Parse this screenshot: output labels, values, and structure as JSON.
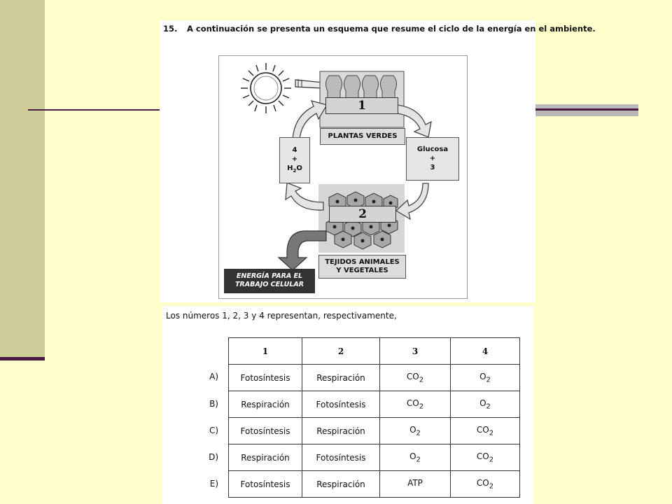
{
  "question": {
    "number": "15.",
    "text": "A continuación se presenta un esquema que resume el ciclo de la energía en el ambiente."
  },
  "diagram": {
    "tag_1": "1",
    "tag_2": "2",
    "plants_label": "PLANTAS VERDES",
    "glucose": {
      "line1": "Glucosa",
      "line2": "+",
      "line3": "3"
    },
    "left_box": {
      "line1": "4",
      "line2": "+",
      "line3_main": "H",
      "line3_sub": "2",
      "line3_end": "O"
    },
    "tissues_label": {
      "line1": "TEJIDOS ANIMALES",
      "line2": "Y VEGETALES"
    },
    "energy_label": {
      "line1": "ENERGÍA PARA EL",
      "line2": "TRABAJO CELULAR"
    }
  },
  "intro": "Los números 1, 2, 3 y 4 representan, respectivamente,",
  "table": {
    "headers": [
      "1",
      "2",
      "3",
      "4"
    ],
    "rows": [
      {
        "label": "A)",
        "c1": "Fotosíntesis",
        "c2": "Respiración",
        "c3": "CO",
        "c3sub": "2",
        "c4": "O",
        "c4sub": "2"
      },
      {
        "label": "B)",
        "c1": "Respiración",
        "c2": "Fotosíntesis",
        "c3": "CO",
        "c3sub": "2",
        "c4": "O",
        "c4sub": "2"
      },
      {
        "label": "C)",
        "c1": "Fotosíntesis",
        "c2": "Respiración",
        "c3": "O",
        "c3sub": "2",
        "c4": "CO",
        "c4sub": "2"
      },
      {
        "label": "D)",
        "c1": "Respiración",
        "c2": "Fotosíntesis",
        "c3": "O",
        "c3sub": "2",
        "c4": "CO",
        "c4sub": "2"
      },
      {
        "label": "E)",
        "c1": "Fotosíntesis",
        "c2": "Respiración",
        "c3": "ATP",
        "c3sub": "",
        "c4": "CO",
        "c4sub": "2"
      }
    ]
  }
}
